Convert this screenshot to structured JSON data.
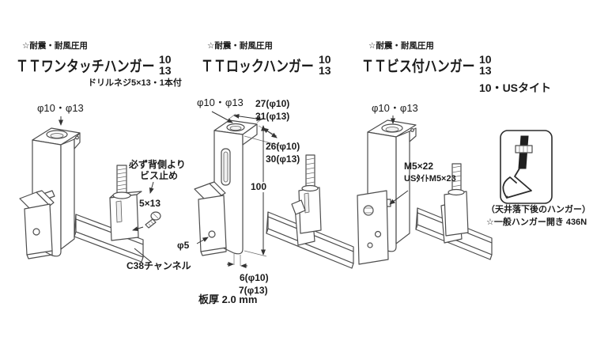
{
  "panels": [
    {
      "badge": "☆耐震・耐風圧用",
      "title": "ＴＴワンタッチハンガー",
      "sizes": [
        "10",
        "13"
      ],
      "subtitle": "ドリルネジ5×13・1本付",
      "labels": {
        "hole": "φ10・φ13",
        "note1": "必ず背側より",
        "note2": "ビス止め",
        "screw": "5×13",
        "channel": "C38チャンネル"
      }
    },
    {
      "badge": "☆耐震・耐風圧用",
      "title": "ＴＴロックハンガー",
      "sizes": [
        "10",
        "13"
      ],
      "labels": {
        "hole": "φ10・φ13",
        "dim_w1": "27(φ10)",
        "dim_w2": "31(φ13)",
        "dim_d1": "26(φ10)",
        "dim_d2": "30(φ13)",
        "dim_h": "100",
        "hole_side": "φ5",
        "dim_b1": "6(φ10)",
        "dim_b2": "7(φ13)",
        "thickness": "板厚 2.0 mm"
      }
    },
    {
      "badge": "☆耐震・耐風圧用",
      "title": "ＴＴビス付ハンガー",
      "sizes": [
        "10",
        "13",
        "10・USタイト"
      ],
      "labels": {
        "hole": "φ10・φ13",
        "screw1": "M5×22",
        "screw2": "USﾀｲﾄM5×23"
      }
    }
  ],
  "side_note": {
    "line1": "（天井落下後のハンガー）",
    "line2": "☆一般ハンガー開き 436N"
  }
}
